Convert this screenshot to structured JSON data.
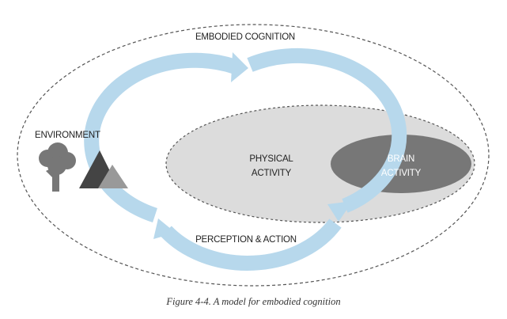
{
  "diagram": {
    "labels": {
      "embodied_cognition": "EMBODIED COGNITION",
      "environment": "ENVIRONMENT",
      "physical_activity_line1": "PHYSICAL",
      "physical_activity_line2": "ACTIVITY",
      "brain_activity_line1": "BRAIN",
      "brain_activity_line2": "ACTIVITY",
      "perception_action": "PERCEPTION & ACTION"
    },
    "icons": [
      "tree-icon",
      "mountains-icon"
    ],
    "colors": {
      "cycle_arrow": "#b7d8ec",
      "physical_fill": "#dcdcdc",
      "brain_fill": "#777777",
      "tree": "#777777",
      "mountain_dark": "#444444",
      "mountain_light": "#999999"
    }
  },
  "caption": "Figure 4-4. A model for embodied cognition"
}
